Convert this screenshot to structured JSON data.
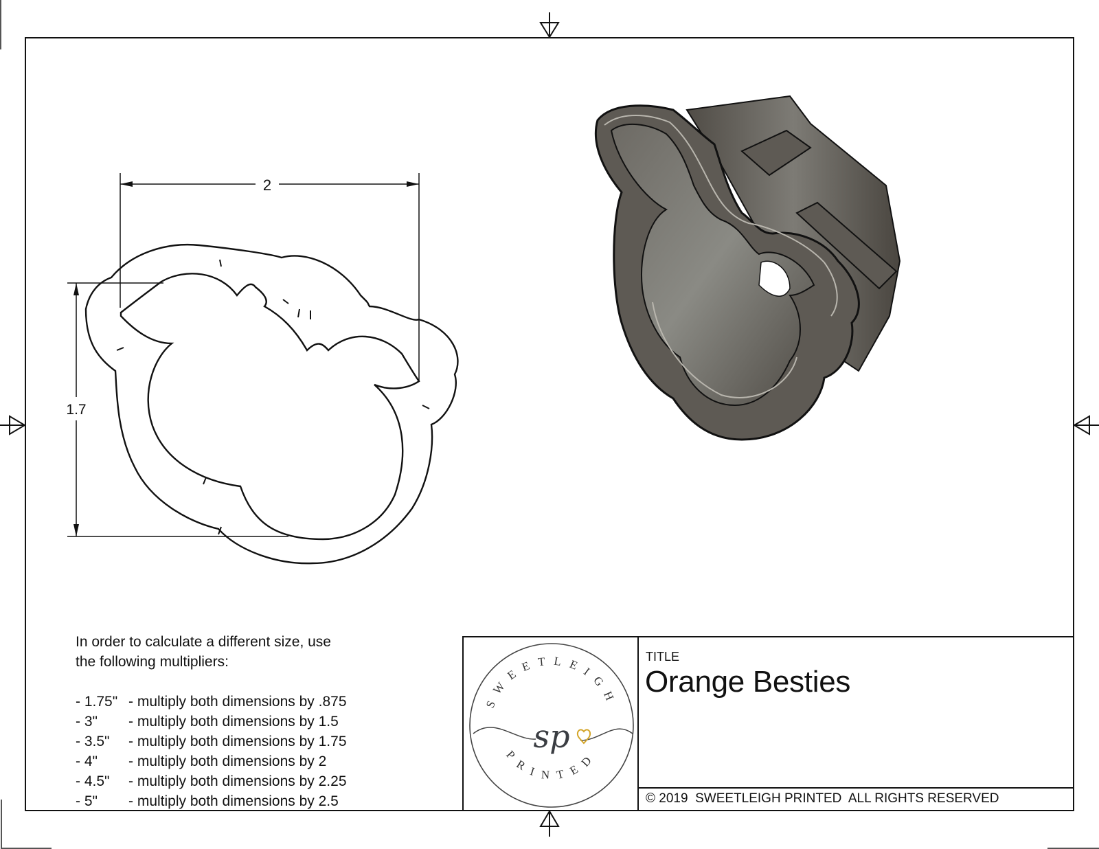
{
  "drawing": {
    "dimensions": {
      "width_label": "2",
      "height_label": "1.7"
    },
    "views": [
      "2D outline view",
      "3D isometric render"
    ],
    "render_color": "#5e5a54"
  },
  "instructions": {
    "intro_line1": "In order to calculate a different size, use",
    "intro_line2": "the following multipliers:",
    "multipliers": [
      {
        "size": "- 1.75\"",
        "text": "- multiply both dimensions by .875"
      },
      {
        "size": "- 3\"",
        "text": "- multiply both dimensions by 1.5"
      },
      {
        "size": "- 3.5\"",
        "text": "- multiply both dimensions by 1.75"
      },
      {
        "size": "- 4\"",
        "text": "- multiply both dimensions by 2"
      },
      {
        "size": "- 4.5\"",
        "text": "- multiply both dimensions by 2.25"
      },
      {
        "size": "- 5\"",
        "text": "- multiply both dimensions by 2.5"
      }
    ]
  },
  "title_block": {
    "logo": {
      "top_text": "SWEETLEIGH",
      "monogram": "sp",
      "bottom_text": "PRINTED",
      "heart_color": "#d4a62a"
    },
    "title_label": "TITLE",
    "title_value": "Orange Besties",
    "copyright": "© 2019  SWEETLEIGH PRINTED  ALL RIGHTS RESERVED"
  }
}
